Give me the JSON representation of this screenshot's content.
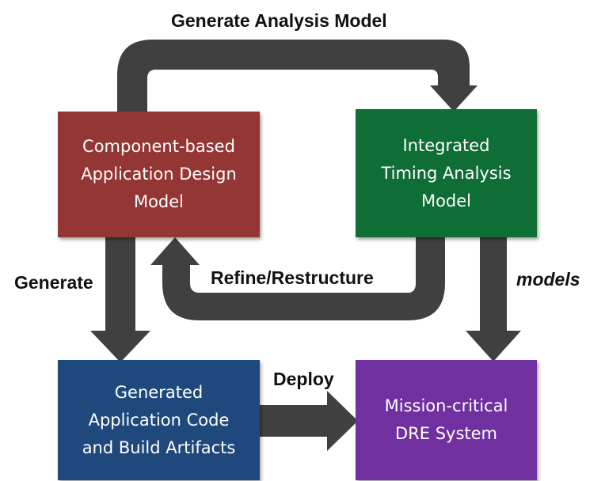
{
  "colors": {
    "arrow": "#404040",
    "design_box": "#943634",
    "timing_box": "#0f6e35",
    "code_box": "#1f497d",
    "dre_box": "#7030a0"
  },
  "boxes": {
    "design": {
      "lines": [
        "Component-based",
        "Application Design",
        "Model"
      ]
    },
    "timing": {
      "lines": [
        "Integrated",
        "Timing Analysis",
        "Model"
      ]
    },
    "code": {
      "lines": [
        "Generated",
        "Application Code",
        "and Build Artifacts"
      ]
    },
    "dre": {
      "lines": [
        "Mission-critical",
        "DRE System"
      ]
    }
  },
  "labels": {
    "generate_analysis": "Generate Analysis Model",
    "refine": "Refine/Restructure",
    "generate": "Generate",
    "models": "models",
    "deploy": "Deploy"
  },
  "icons": [
    "arrow-icon"
  ]
}
